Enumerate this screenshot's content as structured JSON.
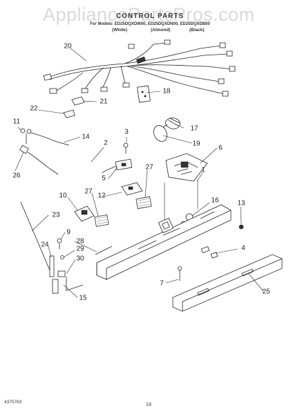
{
  "header": {
    "watermark": "AppliancePartsPros.com",
    "title": "CONTROL PARTS",
    "models": "For Models: ED25DQXDW00, ED25DQXDN00, ED25DQXDB00",
    "colors": [
      "(White)",
      "(Almond)",
      "(Black)"
    ]
  },
  "callouts": [
    "20",
    "18",
    "21",
    "22",
    "11",
    "3",
    "17",
    "14",
    "2",
    "19",
    "6",
    "26",
    "27",
    "5",
    "1",
    "10",
    "27",
    "12",
    "16",
    "13",
    "23",
    "9",
    "28",
    "4",
    "24",
    "29",
    "30",
    "7",
    "25",
    "15"
  ],
  "footer": {
    "doc_number": "4375783",
    "page_number": "19"
  }
}
